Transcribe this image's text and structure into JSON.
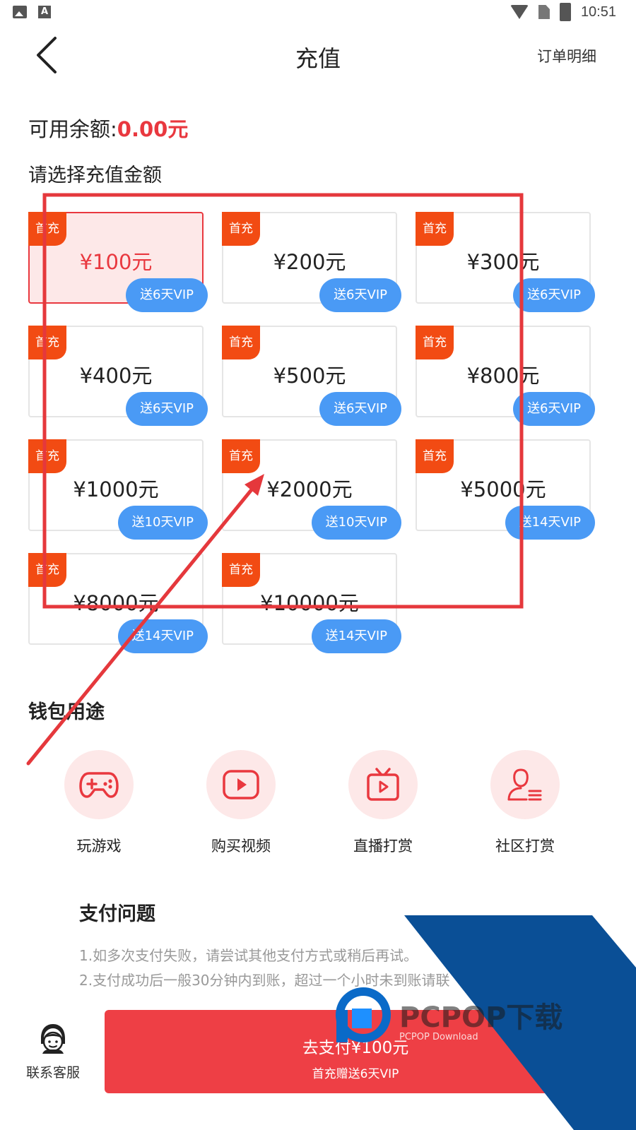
{
  "status_bar": {
    "time": "10:51",
    "a_glyph": "A"
  },
  "header": {
    "title": "充值",
    "orders_link": "订单明细"
  },
  "balance": {
    "label": "可用余额:",
    "value": "0.00元"
  },
  "choose_label": "请选择充值金额",
  "recharge_options": [
    {
      "badge": "首充",
      "price": "¥100元",
      "vip": "送6天VIP",
      "selected": true
    },
    {
      "badge": "首充",
      "price": "¥200元",
      "vip": "送6天VIP"
    },
    {
      "badge": "首充",
      "price": "¥300元",
      "vip": "送6天VIP"
    },
    {
      "badge": "首充",
      "price": "¥400元",
      "vip": "送6天VIP"
    },
    {
      "badge": "首充",
      "price": "¥500元",
      "vip": "送6天VIP"
    },
    {
      "badge": "首充",
      "price": "¥800元",
      "vip": "送6天VIP"
    },
    {
      "badge": "首充",
      "price": "¥1000元",
      "vip": "送10天VIP"
    },
    {
      "badge": "首充",
      "price": "¥2000元",
      "vip": "送10天VIP"
    },
    {
      "badge": "首充",
      "price": "¥5000元",
      "vip": "送14天VIP"
    },
    {
      "badge": "首充",
      "price": "¥8000元",
      "vip": "送14天VIP"
    },
    {
      "badge": "首充",
      "price": "¥10000元",
      "vip": "送14天VIP"
    }
  ],
  "wallet_uses": {
    "title": "钱包用途",
    "items": [
      {
        "label": "玩游戏",
        "icon": "gamepad-icon"
      },
      {
        "label": "购买视频",
        "icon": "play-video-icon"
      },
      {
        "label": "直播打赏",
        "icon": "tv-live-icon"
      },
      {
        "label": "社区打赏",
        "icon": "community-user-icon"
      }
    ]
  },
  "payment_issues": {
    "title": "支付问题",
    "lines": [
      "1.如多次支付失败，请尝试其他支付方式或稍后再试。",
      "2.支付成功后一般30分钟内到账，超过一个小时未到账请联"
    ]
  },
  "footer": {
    "customer_service_label": "联系客服",
    "pay_button_label": "去支付¥100元",
    "pay_button_sub": "首充赠送6天VIP"
  },
  "watermark": {
    "text": "PCPOP下载",
    "subtext": "PCPOP Download"
  },
  "colors": {
    "accent_red": "#e9383f",
    "badge_orange": "#f24b13",
    "vip_blue": "#4a9af5",
    "watermark_blue": "#0a4f96"
  }
}
